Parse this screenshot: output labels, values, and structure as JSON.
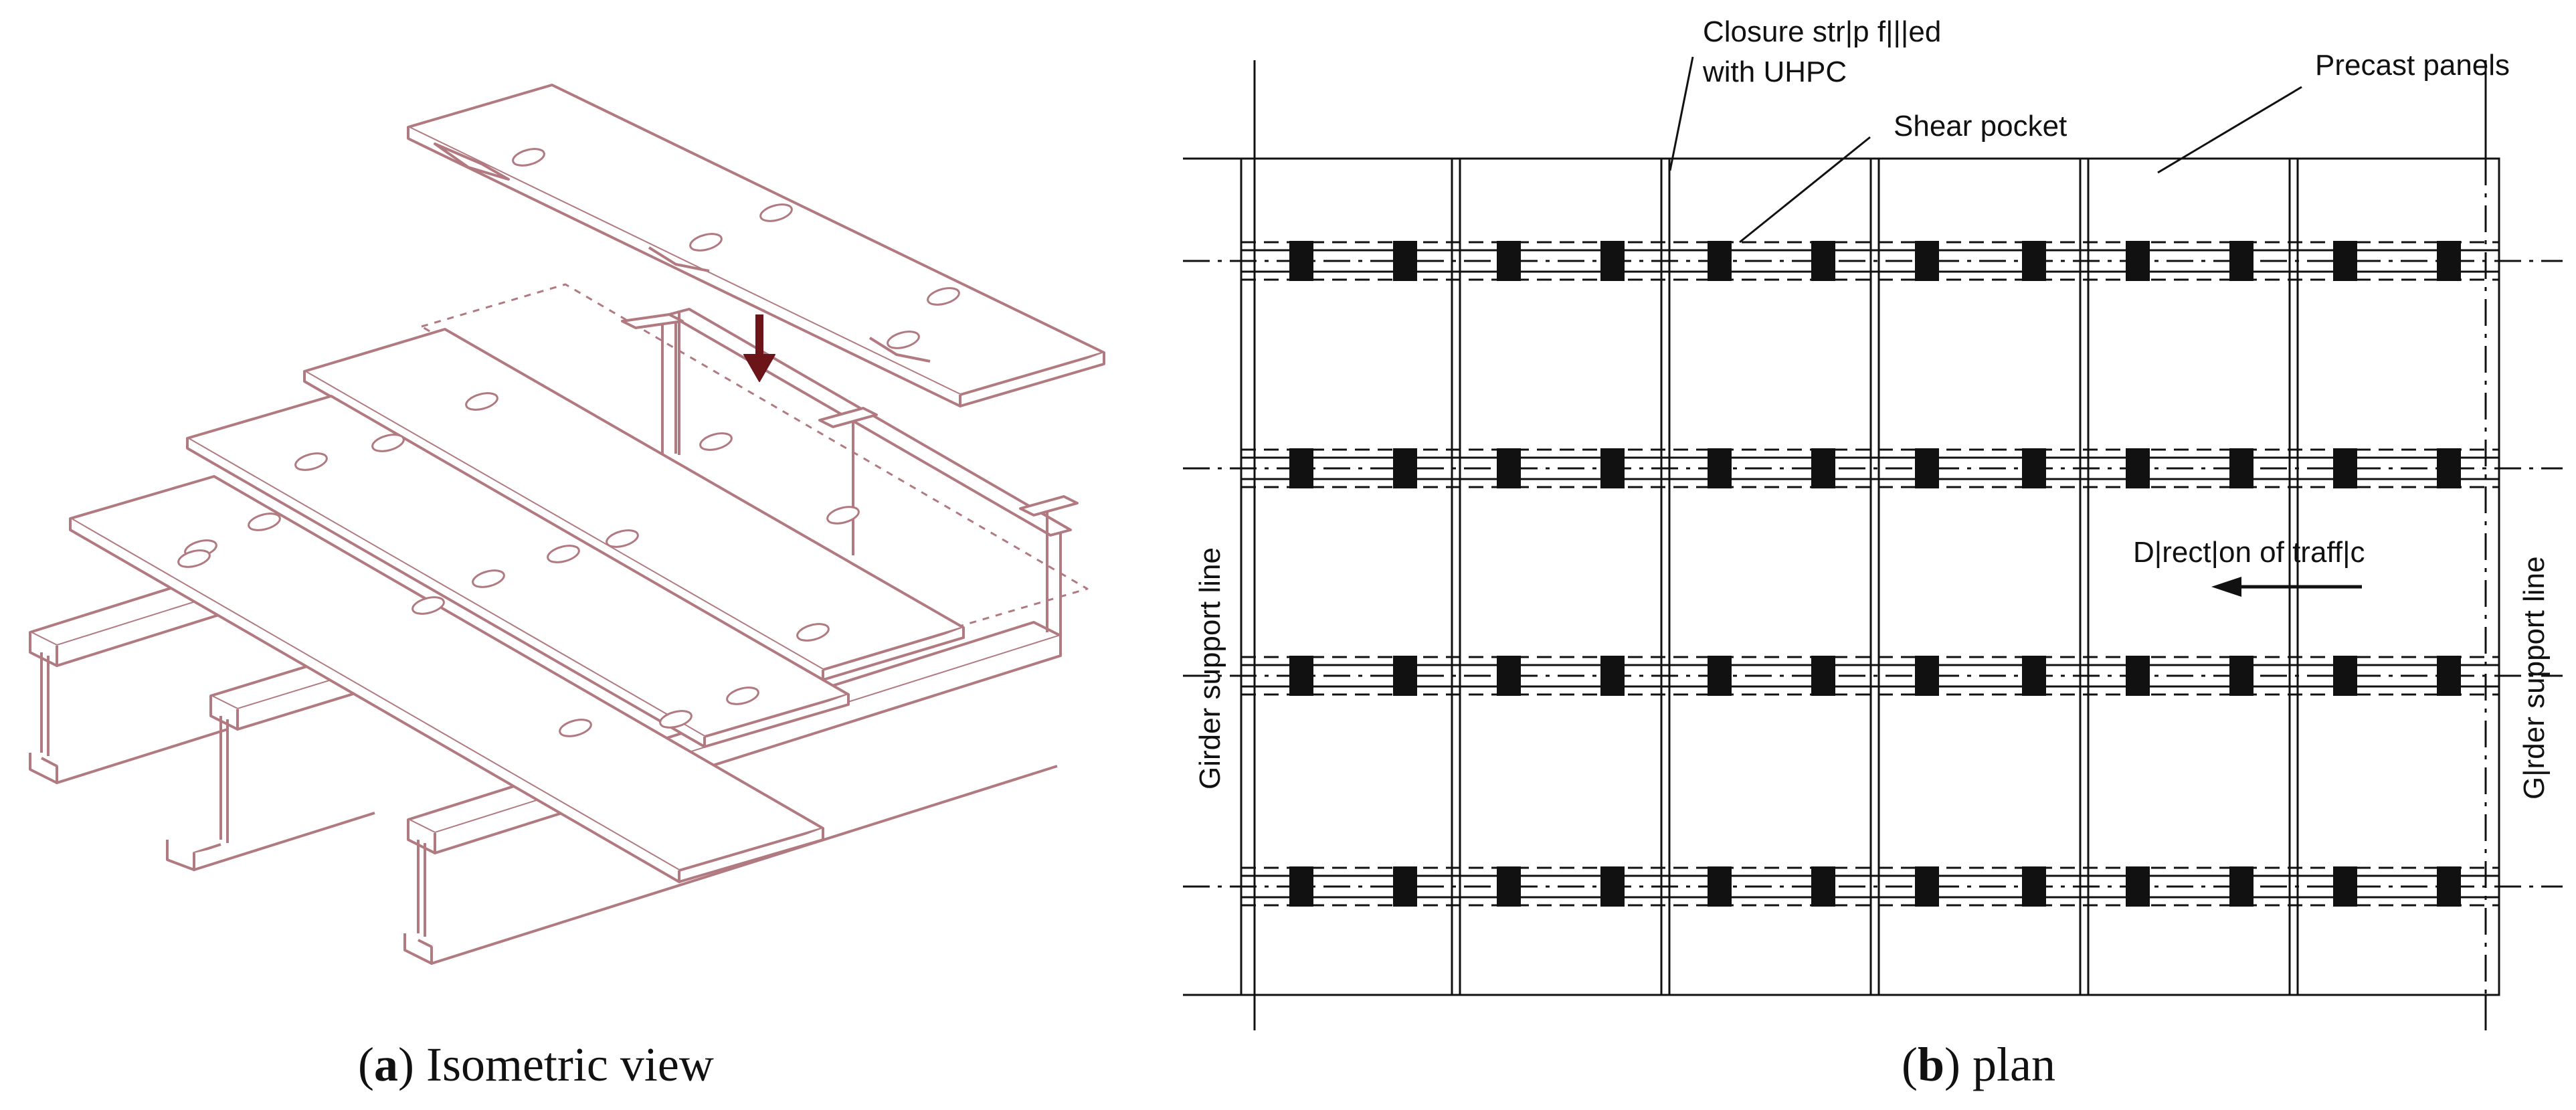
{
  "figure": {
    "panel_a": {
      "letter": "a",
      "caption": "Isometric view"
    },
    "panel_b": {
      "letter": "b",
      "caption": "plan",
      "labels": {
        "closure_strip_line1": "Closure str|p f|||ed",
        "closure_strip_line2": "with UHPC",
        "shear_pocket": "Shear pocket",
        "precast_panels": "Precast panels",
        "direction_of_traffic": "D|rect|on of traff|c",
        "girder_support_left": "Girder support line",
        "girder_support_right": "G|rder support line"
      }
    }
  },
  "colors": {
    "isometric_line": "#b07a80",
    "arrow": "#6b1518",
    "plan_line": "#111111",
    "pocket_fill": "#111111"
  }
}
